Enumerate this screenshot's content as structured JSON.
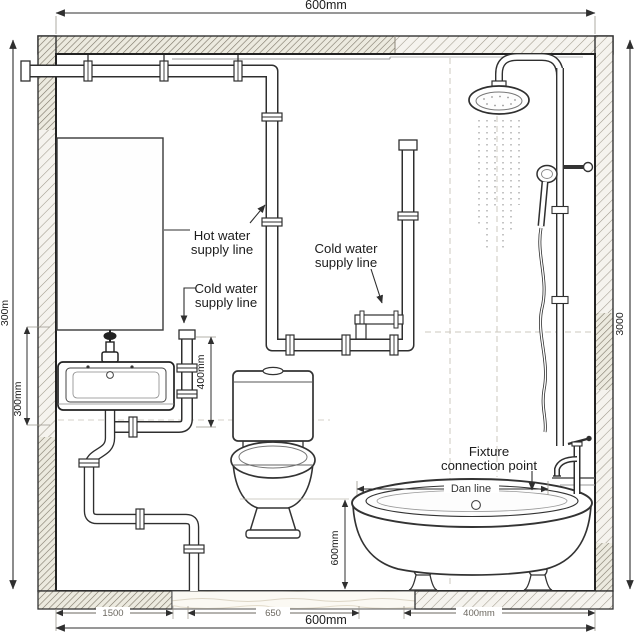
{
  "colors": {
    "ink": "#2f2f2f",
    "paper": "#ffffff"
  },
  "labels": {
    "hot_water": {
      "line1": "Hot water",
      "line2": "supply line"
    },
    "cold_water_left": {
      "line1": "Cold water",
      "line2": "supply line"
    },
    "cold_water_right": {
      "line1": "Cold water",
      "line2": "supply line"
    },
    "fixture_connection": {
      "line1": "Fixture",
      "line2": "connection point"
    },
    "drain_line": "Dan line"
  },
  "dimensions": {
    "top_width": "600mm",
    "bottom_width": "600mm",
    "left_height": "300m",
    "right_height": "3000",
    "left_offset": "300mm",
    "pipe_offset": "400mm",
    "toilet_offset": "600mm",
    "bottom_seg1": "1500",
    "bottom_seg2": "650",
    "bottom_seg3": "400mm"
  }
}
